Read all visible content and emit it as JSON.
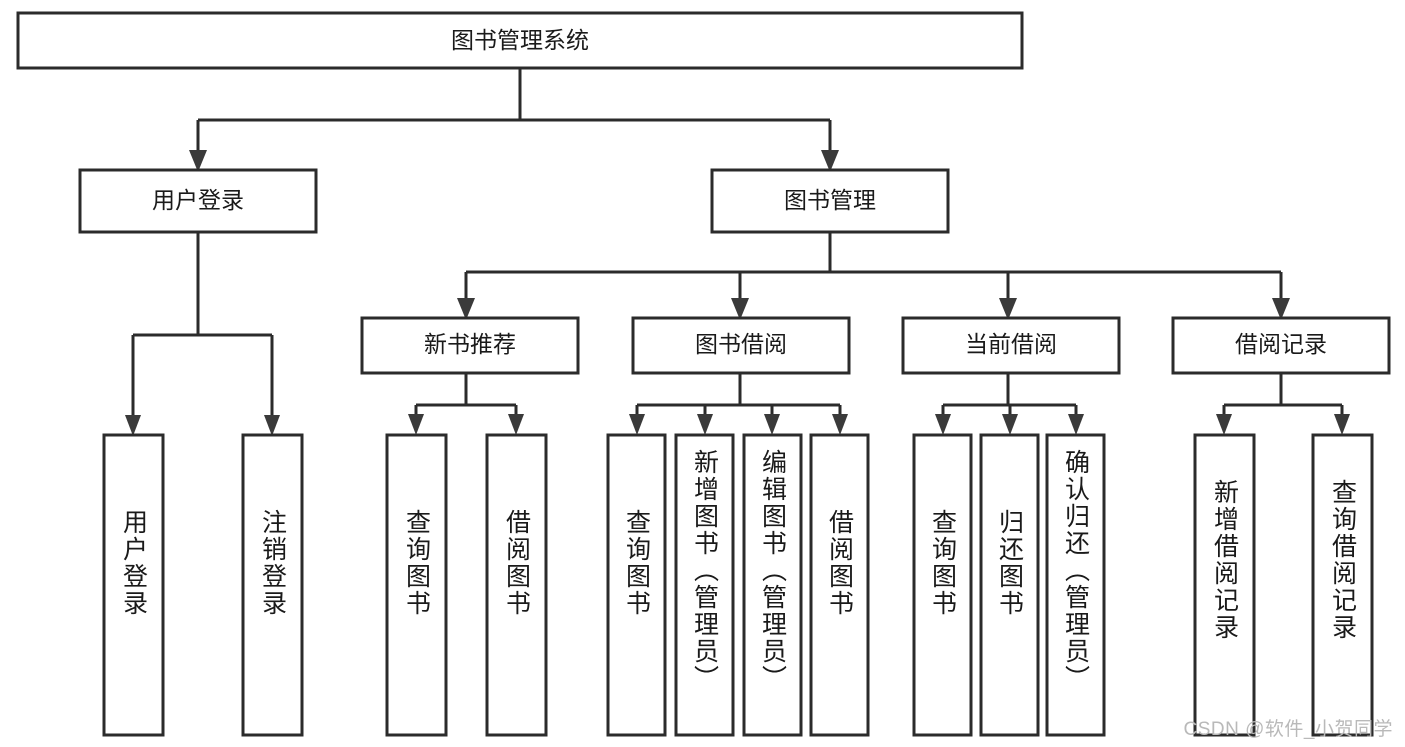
{
  "diagram": {
    "title": "图书管理系统",
    "type": "functional-structure-tree",
    "colors": {
      "background": "#ffffff",
      "box_border": "#2b2b2b",
      "box_fill": "#ffffff",
      "connector": "#2b2b2b",
      "arrow": "#3a3a3a",
      "text": "#1a1a1a",
      "watermark": "#b9b9b9"
    },
    "root": {
      "label": "图书管理系统"
    },
    "level2": [
      {
        "label": "用户登录"
      },
      {
        "label": "图书管理"
      }
    ],
    "level3": [
      {
        "label": "新书推荐"
      },
      {
        "label": "图书借阅"
      },
      {
        "label": "当前借阅"
      },
      {
        "label": "借阅记录"
      }
    ],
    "leaves": {
      "user_login": [
        {
          "label": "用户登录"
        },
        {
          "label": "注销登录"
        }
      ],
      "new_book_recommend": [
        {
          "label": "查询图书"
        },
        {
          "label": "借阅图书"
        }
      ],
      "book_borrow": [
        {
          "label": "查询图书"
        },
        {
          "label": "新增图书（管理员）"
        },
        {
          "label": "编辑图书（管理员）"
        },
        {
          "label": "借阅图书"
        }
      ],
      "current_borrow": [
        {
          "label": "查询图书"
        },
        {
          "label": "归还图书"
        },
        {
          "label": "确认归还（管理员）"
        }
      ],
      "borrow_record": [
        {
          "label": "新增借阅记录"
        },
        {
          "label": "查询借阅记录"
        }
      ]
    },
    "watermark": "CSDN @软件_小贺同学"
  }
}
